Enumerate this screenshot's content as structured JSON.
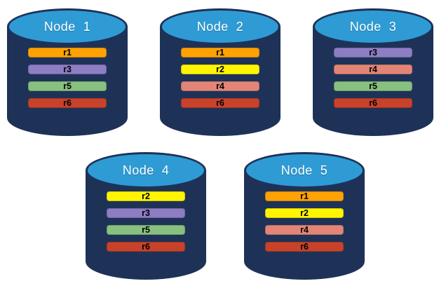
{
  "diagram": {
    "description": "Database replication diagram: five database nodes each storing four replicas",
    "background_color": "#ffffff"
  },
  "colors": {
    "cylinder_body": "#1e3258",
    "cylinder_top": "#2e9bd5",
    "title_text": "#ffffff",
    "bar_label_text": "#000000",
    "replica_colors": {
      "r1": "#ffa203",
      "r2": "#fff500",
      "r3": "#8d7dc3",
      "r4": "#e28577",
      "r5": "#87c07f",
      "r6": "#c8422b"
    }
  },
  "nodes": [
    {
      "label": "Node  1",
      "replicas": [
        "r1",
        "r3",
        "r5",
        "r6"
      ]
    },
    {
      "label": "Node  2",
      "replicas": [
        "r1",
        "r2",
        "r4",
        "r6"
      ]
    },
    {
      "label": "Node  3",
      "replicas": [
        "r3",
        "r4",
        "r5",
        "r6"
      ]
    },
    {
      "label": "Node  4",
      "replicas": [
        "r2",
        "r3",
        "r5",
        "r6"
      ]
    },
    {
      "label": "Node  5",
      "replicas": [
        "r1",
        "r2",
        "r4",
        "r6"
      ]
    }
  ]
}
